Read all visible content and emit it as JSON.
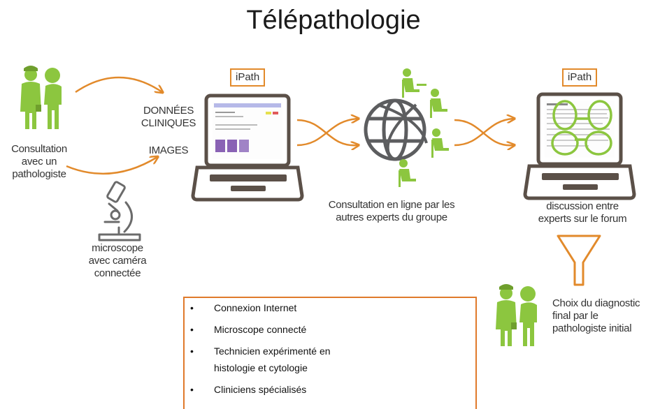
{
  "title": "Télépathologie",
  "left": {
    "consultation_lines": [
      "Consultation",
      "avec un",
      "pathologiste"
    ],
    "donnees_lines": [
      "DONNÉES",
      "CLINIQUES"
    ],
    "images": "IMAGES",
    "microscope_lines": [
      "microscope",
      "avec caméra",
      "connectée"
    ]
  },
  "ipath_left": "iPath",
  "ipath_right": "iPath",
  "middle": {
    "caption_lines": [
      "Consultation en ligne par les",
      "autres experts du groupe"
    ]
  },
  "right": {
    "caption_lines": [
      "discussion entre",
      "experts sur le forum"
    ],
    "final_lines": [
      "Choix du diagnostic",
      "final par le",
      "pathologiste initial"
    ]
  },
  "requirements": {
    "bullet": "•",
    "items": [
      {
        "line1": "Connexion Internet",
        "line2": ""
      },
      {
        "line1": "Microscope connecté",
        "line2": ""
      },
      {
        "line1": "Technicien expérimenté en",
        "line2": "histologie et cytologie"
      },
      {
        "line1": "Cliniciens spécialisés",
        "line2": ""
      }
    ]
  },
  "colors": {
    "green": "#8cc63f",
    "orange": "#e28a2b",
    "laptop": "#5b5048",
    "globe": "#5c5d5f",
    "microscope": "#6b6b6b"
  }
}
